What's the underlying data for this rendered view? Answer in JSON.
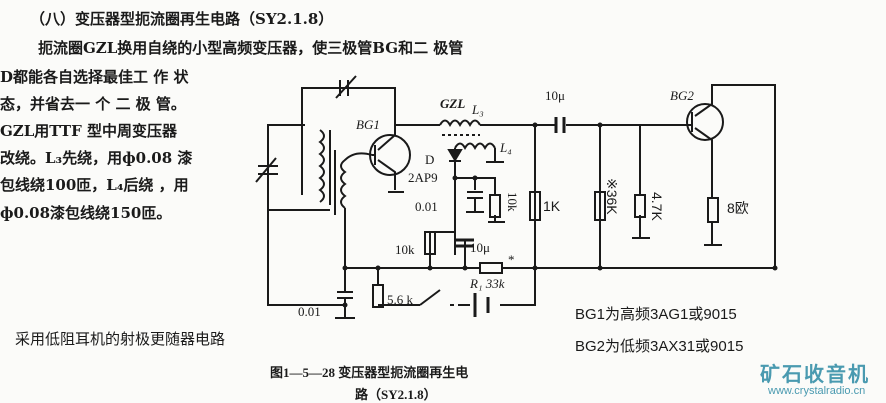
{
  "section_title": "（八）变压器型扼流圈再生电路（SY2.1.8）",
  "paragraph": {
    "line1": "扼流圈GZL换用自绕的小型高频变压器，使三极管BG和二 极管",
    "line2": "D都能各自选择最佳工 作 状",
    "line3": "态，并省去一 个 二 极 管。",
    "line4": "GZL用TTF 型中周变压器",
    "line5": "改绕。L₃先绕，用ф0.08 漆",
    "line6": "包线绕100匝，L₄后绕 ，用",
    "line7": "ф0.08漆包线绕150匝。"
  },
  "circuit_labels": {
    "bg1": "BG1",
    "gzl": "GZL",
    "l3": "L₃",
    "l4": "L₄",
    "cap_10u_top": "10μ",
    "bg2": "BG2",
    "diode": "D",
    "diode_type": "2AP9",
    "cap_001_mid": "0.01",
    "res_10k_v": "10k",
    "res_1k": "1K",
    "res_36k": "※36K",
    "res_47k": "4.7K",
    "speaker": "8欧",
    "res_10k": "10k",
    "cap_10u_bottom": "10μ",
    "asterisk": "*",
    "r1": "R₁ 33k",
    "res_56k": "5.6 k",
    "cap_001_bottom": "0.01"
  },
  "notes": {
    "left": "采用低阻耳机的射极更随器电路",
    "bg1_note": "BG1为高频3AG1或9015",
    "bg2_note": "BG2为低频3AX31或9015"
  },
  "caption": {
    "line1": "图1—5—28  变压器型扼流圈再生电",
    "line2": "路（SY2.1.8）"
  },
  "watermark": {
    "title": "矿石收音机",
    "url": "www.crystalradio.cn"
  }
}
